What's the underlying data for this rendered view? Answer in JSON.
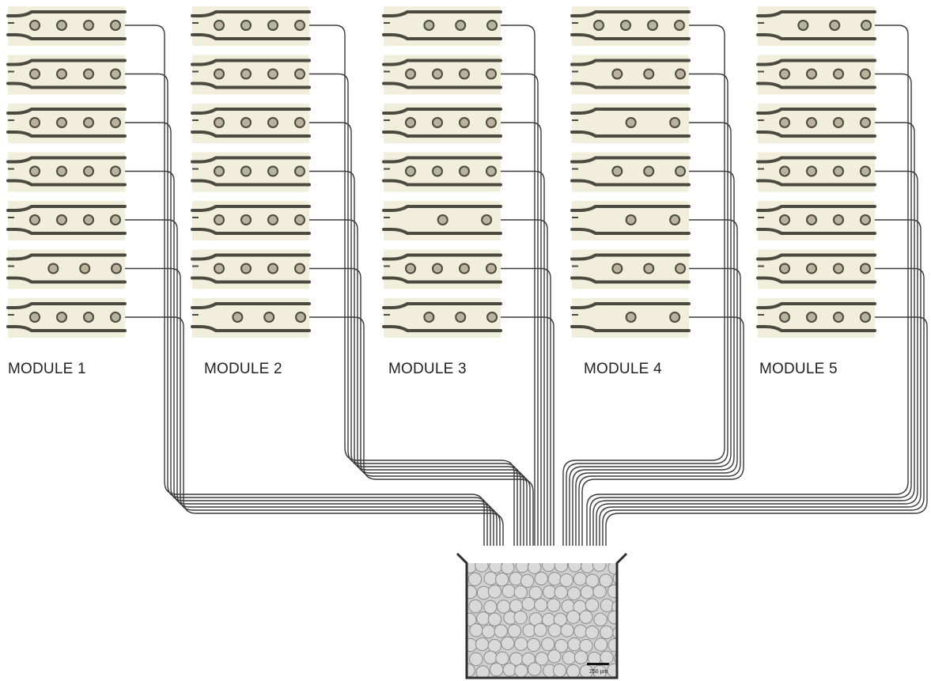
{
  "modules": [
    {
      "label": "MODULE 1",
      "droplets_per_channel": [
        4,
        4,
        4,
        4,
        4,
        3,
        4
      ]
    },
    {
      "label": "MODULE 2",
      "droplets_per_channel": [
        4,
        4,
        4,
        4,
        4,
        4,
        3
      ]
    },
    {
      "label": "MODULE 3",
      "droplets_per_channel": [
        3,
        4,
        4,
        4,
        2,
        4,
        3
      ]
    },
    {
      "label": "MODULE 4",
      "droplets_per_channel": [
        4,
        3,
        2,
        3,
        2,
        3,
        2
      ]
    },
    {
      "label": "MODULE 5",
      "droplets_per_channel": [
        3,
        4,
        4,
        4,
        4,
        4,
        4
      ]
    }
  ],
  "collection_chamber": {
    "scale_bar_label": "250 µm"
  },
  "colors": {
    "chip_background": "#f1eedc",
    "channel_wall": "#4a4a40",
    "droplet": "#b9b39d",
    "tubing": "#3a3a3a",
    "emulsion_background": "#cfcfcf"
  }
}
